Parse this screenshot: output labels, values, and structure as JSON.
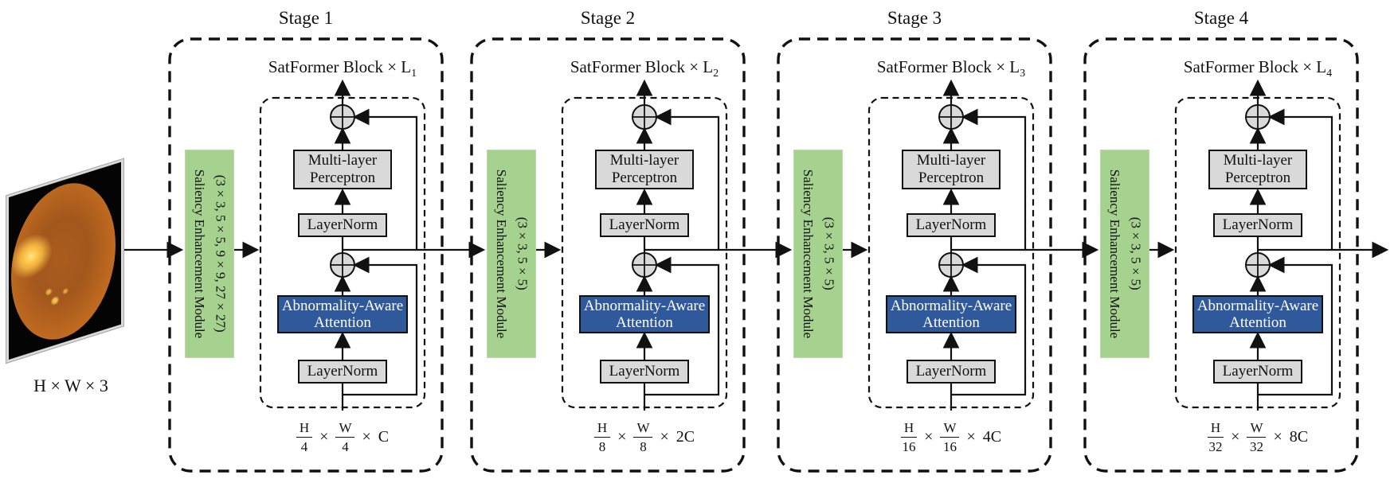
{
  "colors": {
    "green": "#a6d28f",
    "gray": "#d9d9d9",
    "blue": "#30599b",
    "line": "#111111"
  },
  "input": {
    "dim_label": "H × W × 3"
  },
  "stages": [
    {
      "title": "Stage 1",
      "block_label": "SatFormer Block × L",
      "block_sub": "1",
      "saliency_module": {
        "line1": "Saliency Enhancement Module",
        "line2": "(3×3, 5×5, 9×9, 27×27)"
      },
      "mlp": {
        "line1": "Multi-layer",
        "line2": "Perceptron"
      },
      "layernorm_top": "LayerNorm",
      "attention": {
        "line1": "Abnormality-Aware",
        "line2": "Attention"
      },
      "layernorm_bottom": "LayerNorm",
      "dim": {
        "num1": "H",
        "den1": "4",
        "times1": "×",
        "num2": "W",
        "den2": "4",
        "times2": "×",
        "channels": "C"
      }
    },
    {
      "title": "Stage 2",
      "block_label": "SatFormer Block × L",
      "block_sub": "2",
      "saliency_module": {
        "line1": "Saliency Enhancement Module",
        "line2": "(3×3, 5×5)"
      },
      "mlp": {
        "line1": "Multi-layer",
        "line2": "Perceptron"
      },
      "layernorm_top": "LayerNorm",
      "attention": {
        "line1": "Abnormality-Aware",
        "line2": "Attention"
      },
      "layernorm_bottom": "LayerNorm",
      "dim": {
        "num1": "H",
        "den1": "8",
        "times1": "×",
        "num2": "W",
        "den2": "8",
        "times2": "×",
        "channels": "2C"
      }
    },
    {
      "title": "Stage 3",
      "block_label": "SatFormer Block × L",
      "block_sub": "3",
      "saliency_module": {
        "line1": "Saliency Enhancement Module",
        "line2": "(3×3, 5×5)"
      },
      "mlp": {
        "line1": "Multi-layer",
        "line2": "Perceptron"
      },
      "layernorm_top": "LayerNorm",
      "attention": {
        "line1": "Abnormality-Aware",
        "line2": "Attention"
      },
      "layernorm_bottom": "LayerNorm",
      "dim": {
        "num1": "H",
        "den1": "16",
        "times1": "×",
        "num2": "W",
        "den2": "16",
        "times2": "×",
        "channels": "4C"
      }
    },
    {
      "title": "Stage 4",
      "block_label": "SatFormer Block × L",
      "block_sub": "4",
      "saliency_module": {
        "line1": "Saliency Enhancement Module",
        "line2": "(3×3, 5×5)"
      },
      "mlp": {
        "line1": "Multi-layer",
        "line2": "Perceptron"
      },
      "layernorm_top": "LayerNorm",
      "attention": {
        "line1": "Abnormality-Aware",
        "line2": "Attention"
      },
      "layernorm_bottom": "LayerNorm",
      "dim": {
        "num1": "H",
        "den1": "32",
        "times1": "×",
        "num2": "W",
        "den2": "32",
        "times2": "×",
        "channels": "8C"
      }
    }
  ]
}
